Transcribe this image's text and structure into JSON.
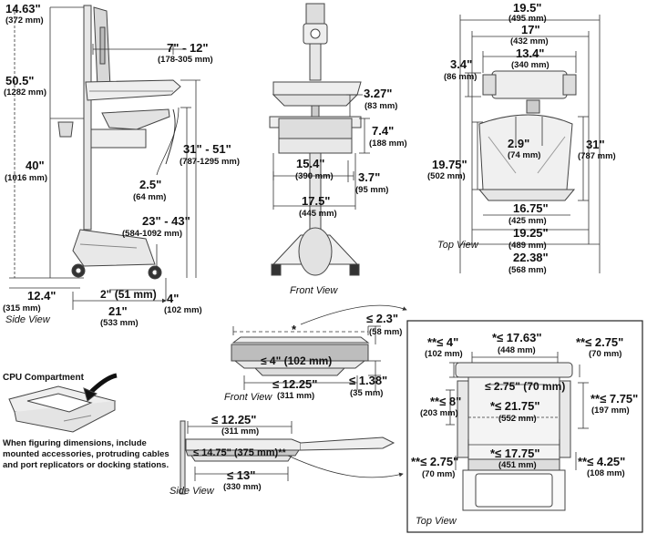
{
  "views": {
    "side_view": "Side View",
    "front_view": "Front View",
    "top_view": "Top View",
    "detail_front_view": "Front View",
    "detail_side_view": "Side View",
    "detail_top_view": "Top View"
  },
  "side": {
    "d1": "14.63\"",
    "d1_mm": "(372 mm)",
    "d2": "7\" - 12\"",
    "d2_mm": "(178-305 mm)",
    "d3": "50.5\"",
    "d3_mm": "(1282 mm)",
    "d4": "40\"",
    "d4_mm": "(1016 mm)",
    "d5": "31\" - 51\"",
    "d5_mm": "(787-1295 mm)",
    "d6": "2.5\"",
    "d6_mm": "(64 mm)",
    "d7": "23\" - 43\"",
    "d7_mm": "(584-1092 mm)",
    "d8": "12.4\"",
    "d8_mm": "(315 mm)",
    "d9": "2\" (51 mm)",
    "d10": "4\"",
    "d10_mm": "(102 mm)",
    "d11": "21\"",
    "d11_mm": "(533 mm)"
  },
  "front": {
    "d1": "3.27\"",
    "d1_mm": "(83 mm)",
    "d2": "7.4\"",
    "d2_mm": "(188 mm)",
    "d3": "15.4\"",
    "d3_mm": "(390 mm)",
    "d4": "3.7\"",
    "d4_mm": "(95 mm)",
    "d5": "17.5\"",
    "d5_mm": "(445 mm)"
  },
  "top": {
    "d1": "19.5\"",
    "d1_mm": "(495 mm)",
    "d2": "17\"",
    "d2_mm": "(432 mm)",
    "d3": "13.4\"",
    "d3_mm": "(340 mm)",
    "d4": "3.4\"",
    "d4_mm": "(86 mm)",
    "d5": "2.9\"",
    "d5_mm": "(74 mm)",
    "d6": "31\"",
    "d6_mm": "(787 mm)",
    "d7": "19.75\"",
    "d7_mm": "(502 mm)",
    "d8": "16.75\"",
    "d8_mm": "(425 mm)",
    "d9": "19.25\"",
    "d9_mm": "(489 mm)",
    "d10": "22.38\"",
    "d10_mm": "(568 mm)"
  },
  "cpu": {
    "title": "CPU Compartment",
    "note_line1": "When figuring dimensions, include",
    "note_line2": "mounted accessories, protruding cables",
    "note_line3": "and port replicators or docking stations."
  },
  "detail_front": {
    "star": "*",
    "d1": "≤ 2.3\"",
    "d1_mm": "(58 mm)",
    "d2": "≤ 4\" (102 mm)",
    "d3": "≤ 12.25\"",
    "d3_mm": "(311 mm)",
    "d4": "≤ 1.38\"",
    "d4_mm": "(35 mm)"
  },
  "detail_side": {
    "d1": "≤ 12.25\"",
    "d1_mm": "(311 mm)",
    "d2": "≤ 14.75\" (375 mm)**",
    "d3": "≤ 13\"",
    "d3_mm": "(330 mm)"
  },
  "detail_top": {
    "d1": "**≤ 4\"",
    "d1_mm": "(102 mm)",
    "d2": "*≤ 17.63\"",
    "d2_mm": "(448 mm)",
    "d3": "**≤ 2.75\"",
    "d3_mm": "(70 mm)",
    "d4": "≤ 2.75\" (70 mm)",
    "d5": "**≤ 8\"",
    "d5_mm": "(203 mm)",
    "d6": "*≤ 21.75\"",
    "d6_mm": "(552 mm)",
    "d7": "**≤ 7.75\"",
    "d7_mm": "(197 mm)",
    "d8": "**≤ 2.75\"",
    "d8_mm": "(70 mm)",
    "d9": "*≤ 17.75\"",
    "d9_mm": "(451 mm)",
    "d10": "**≤ 4.25\"",
    "d10_mm": "(108 mm)"
  }
}
